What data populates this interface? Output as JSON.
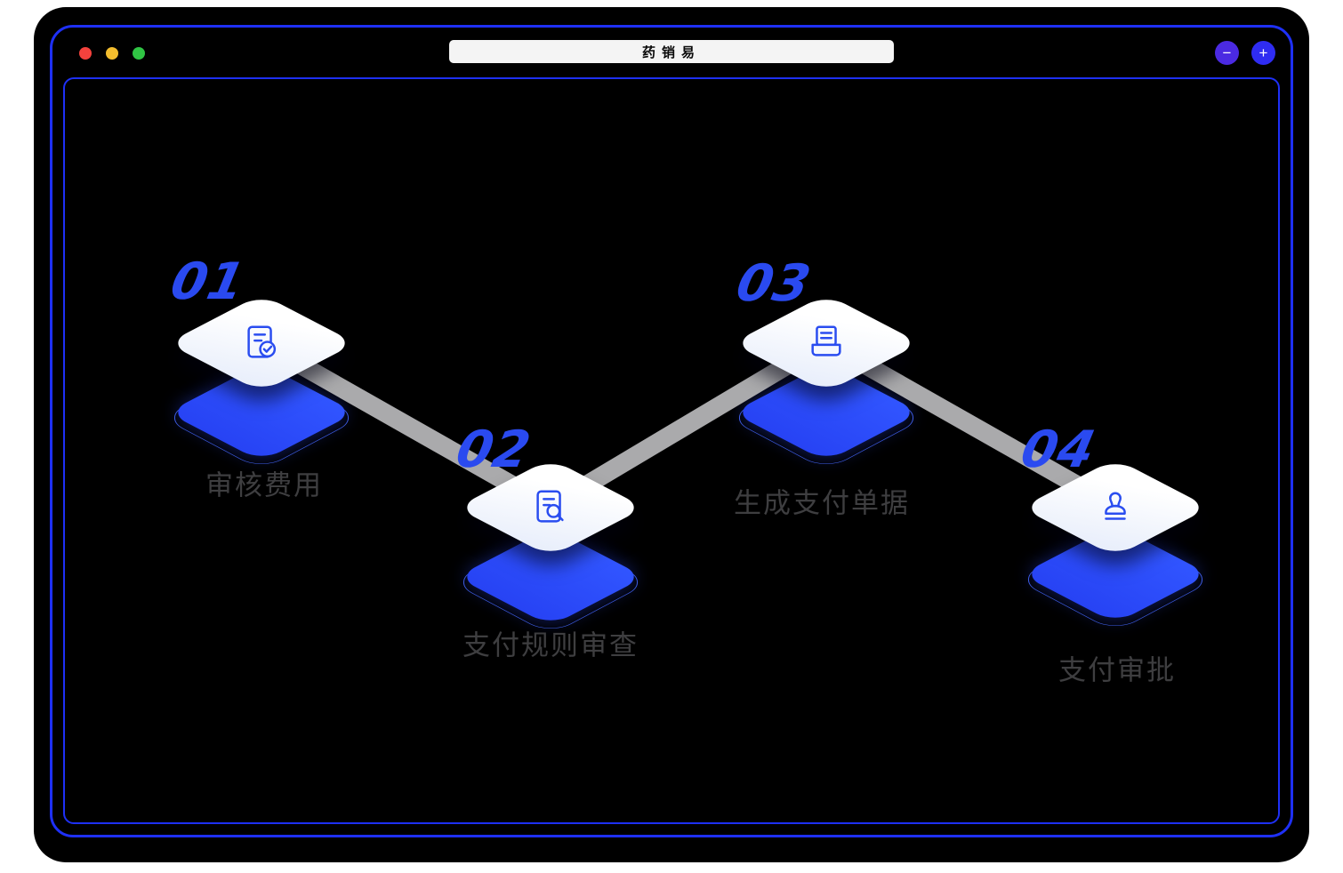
{
  "window": {
    "title": "药销易",
    "minus_button": "−",
    "plus_button": "+"
  },
  "diagram": {
    "steps": [
      {
        "number": "01",
        "label": "审核费用",
        "icon": "document-check-icon"
      },
      {
        "number": "02",
        "label": "支付规则审查",
        "icon": "document-search-icon"
      },
      {
        "number": "03",
        "label": "生成支付单据",
        "icon": "printer-icon"
      },
      {
        "number": "04",
        "label": "支付审批",
        "icon": "stamp-icon"
      }
    ],
    "connections": [
      [
        "01",
        "02"
      ],
      [
        "02",
        "03"
      ],
      [
        "03",
        "04"
      ]
    ]
  },
  "colors": {
    "window_border": "#1e30f7",
    "accent_blue": "#2d4bfb",
    "number_blue": "#2a4af0",
    "connector_gray": "#b3b3b5",
    "label_gray": "#3e3e40",
    "background": "#000000"
  }
}
